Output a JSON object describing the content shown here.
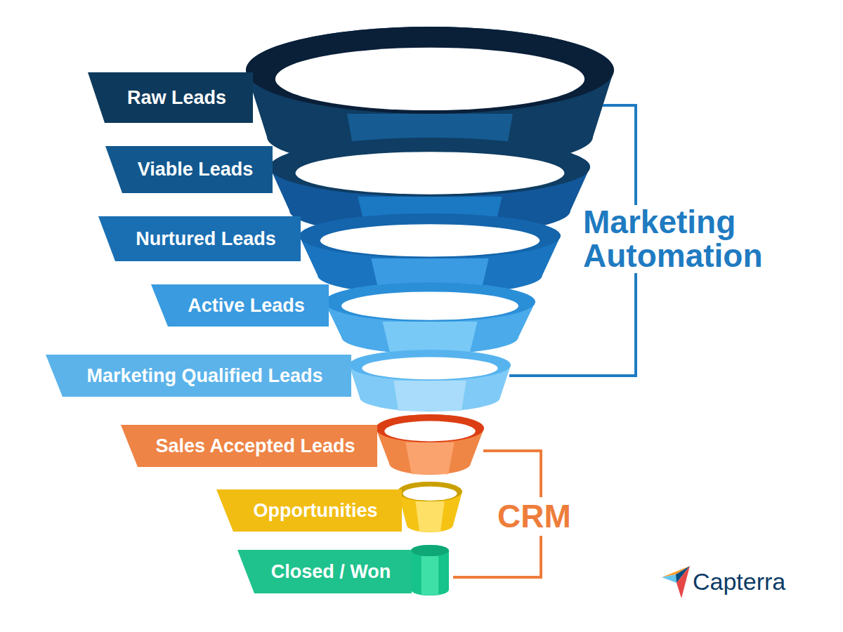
{
  "diagram": {
    "nodes": [
      {
        "text": [
          "Raw Leads"
        ]
      },
      {
        "text": [
          "Viable Leads"
        ]
      },
      {
        "text": [
          "Nurtured Leads"
        ]
      },
      {
        "text": [
          "Active Leads"
        ]
      },
      {
        "text": [
          "Marketing Qualified Leads"
        ]
      },
      {
        "text": [
          "Sales Accepted Leads"
        ]
      },
      {
        "text": [
          "Opportunities"
        ]
      },
      {
        "text": [
          "Closed / Won"
        ]
      }
    ],
    "labels": [
      "Marketing Automation",
      "CRM",
      "Capterra"
    ]
  }
}
